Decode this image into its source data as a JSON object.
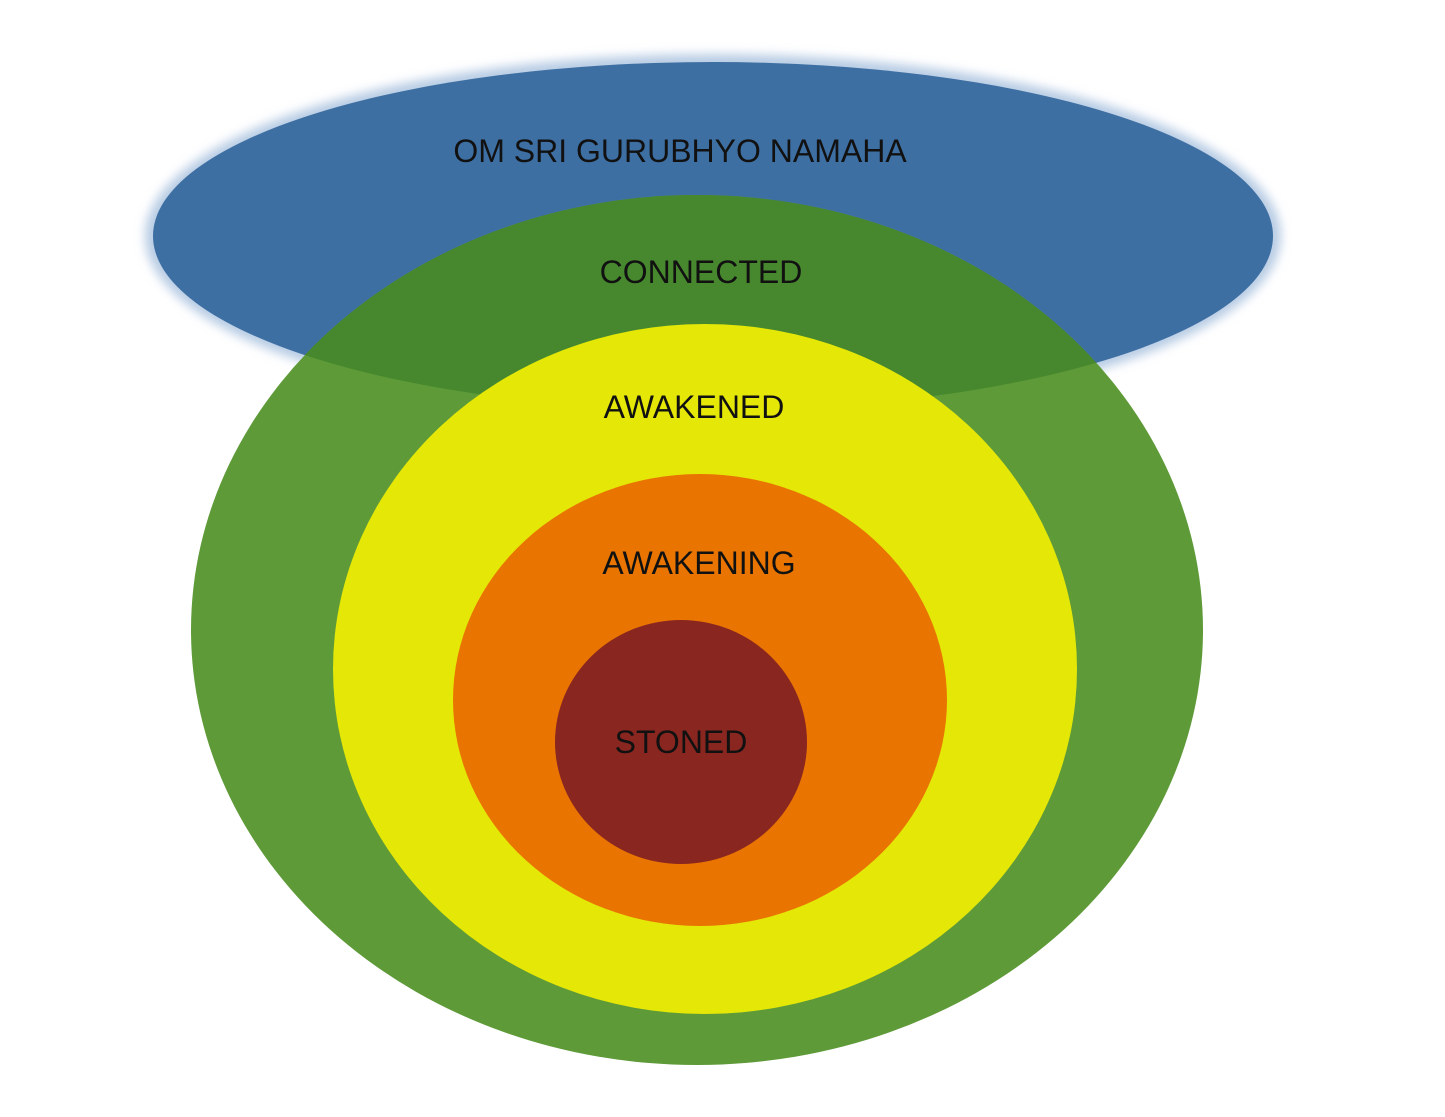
{
  "diagram": {
    "layers": [
      {
        "id": "om",
        "label": "OM SRI GURUBHYO NAMAHA",
        "color": "#3e6fa3"
      },
      {
        "id": "connected",
        "label": "CONNECTED",
        "color": "#5e9a38"
      },
      {
        "id": "awakened",
        "label": "AWAKENED",
        "color": "#e5e807"
      },
      {
        "id": "awakening",
        "label": "AWAKENING",
        "color": "#e97500"
      },
      {
        "id": "stoned",
        "label": "STONED",
        "color": "#8a2620"
      }
    ],
    "overlap_color": "#47882e",
    "glow_color": "#b8cce4"
  }
}
